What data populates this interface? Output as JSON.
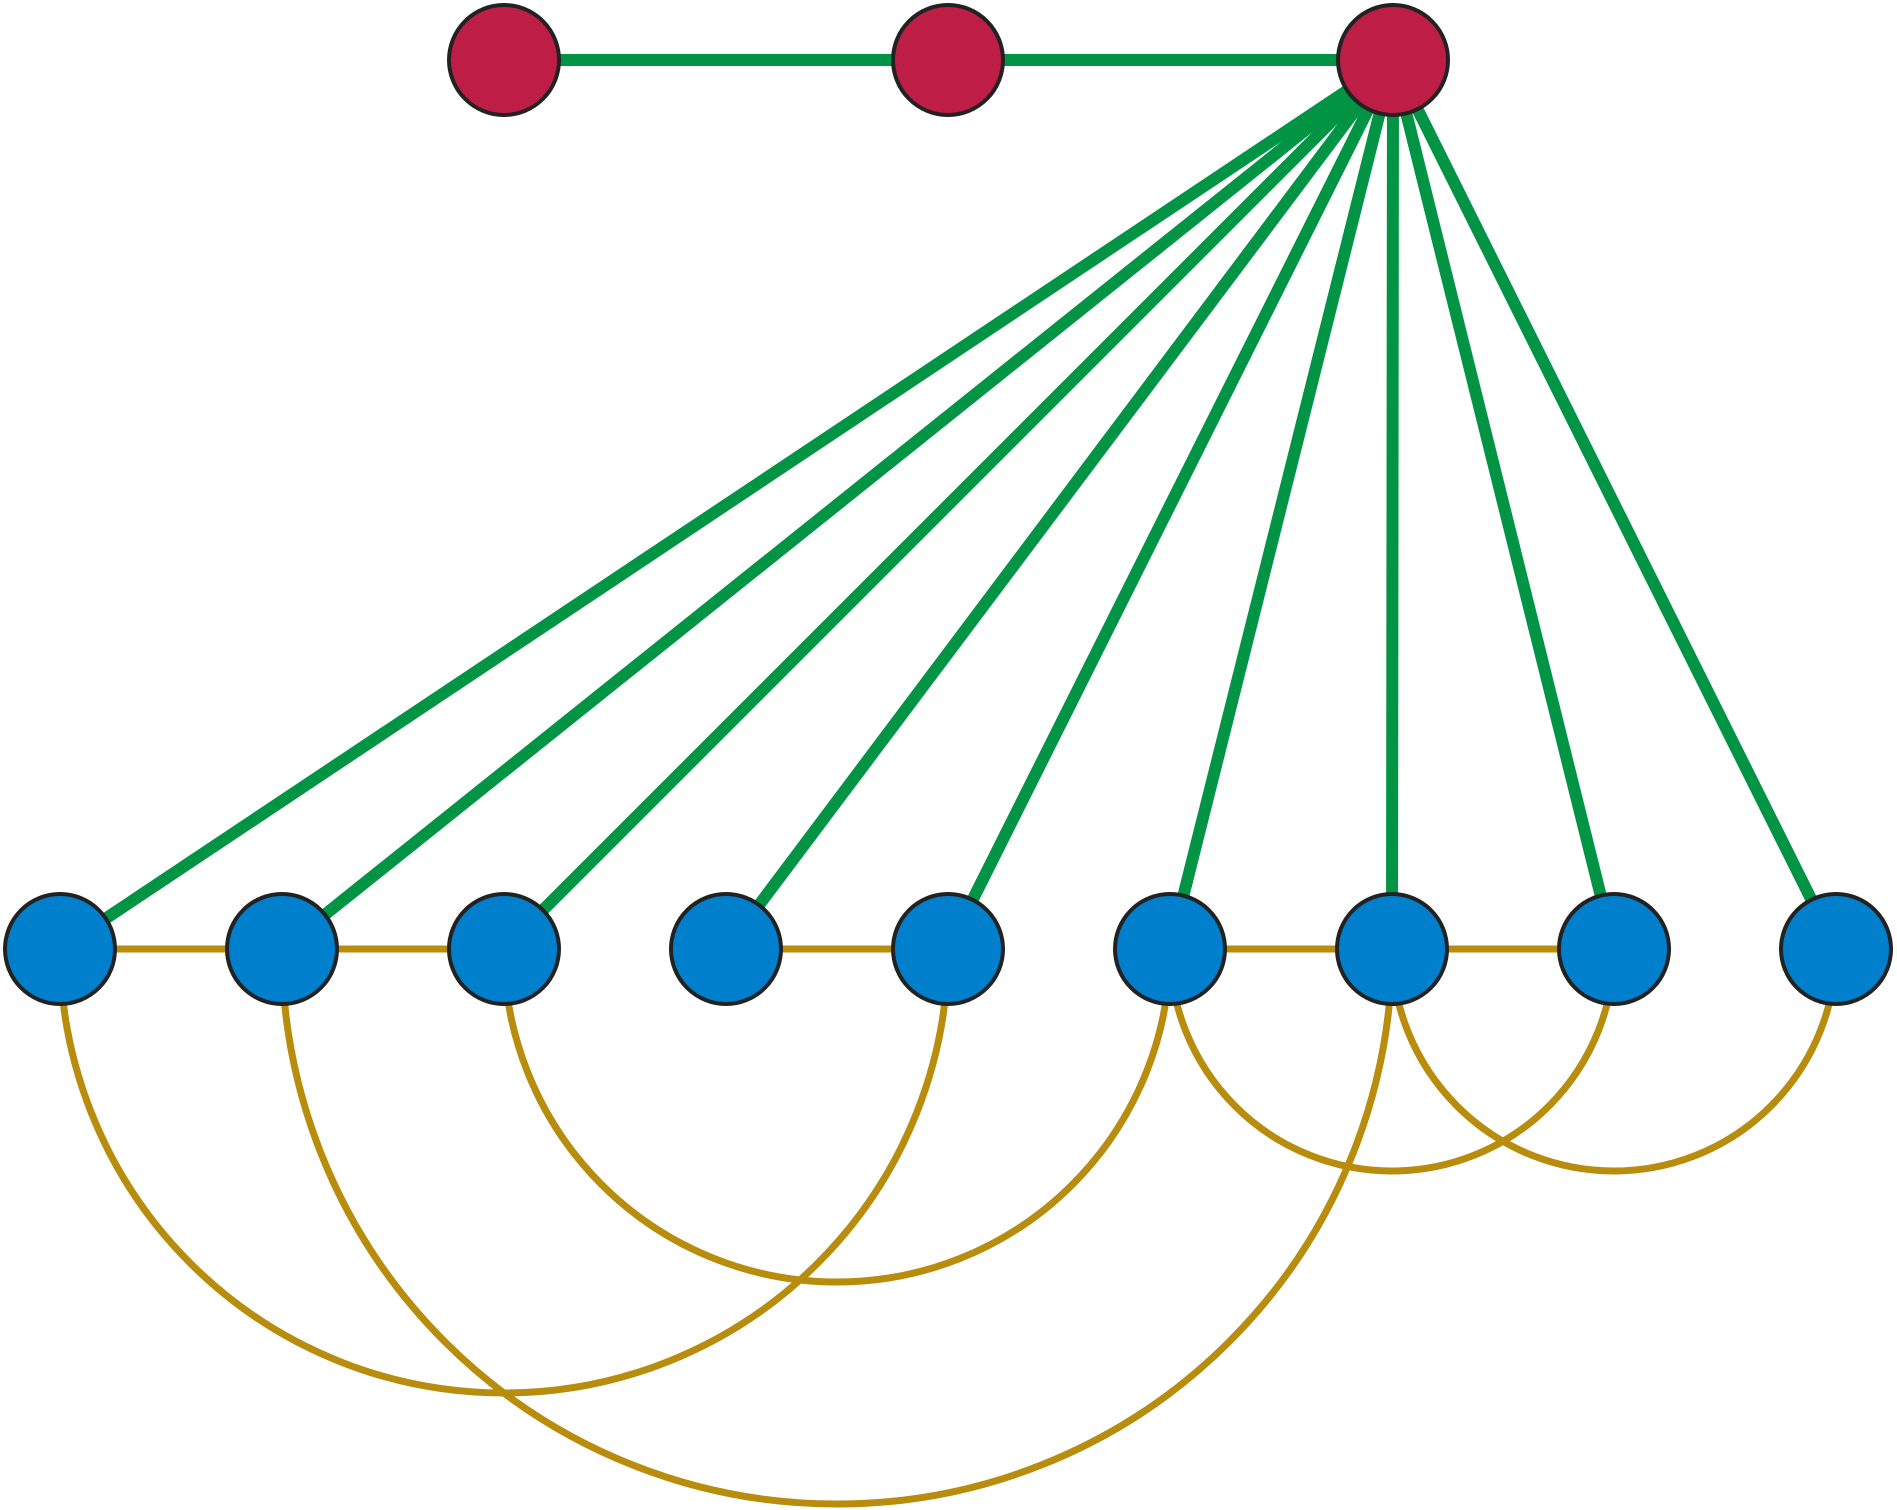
{
  "colors": {
    "background": "#ffffff",
    "red_node": "#be1e46",
    "blue_node": "#0080cc",
    "node_outline": "#222222",
    "green_edge": "#009444",
    "gold_edge": "#b88c0c"
  },
  "nodes": {
    "top": [
      "top-1",
      "top-2",
      "top-3"
    ],
    "bottom": [
      "b1",
      "b2",
      "b3",
      "b4",
      "b5",
      "b6",
      "b7",
      "b8",
      "b9"
    ]
  },
  "edges": {
    "green": [
      [
        "top-1",
        "top-2"
      ],
      [
        "top-2",
        "top-3"
      ],
      [
        "top-3",
        "b1"
      ],
      [
        "top-3",
        "b2"
      ],
      [
        "top-3",
        "b3"
      ],
      [
        "top-3",
        "b4"
      ],
      [
        "top-3",
        "b5"
      ],
      [
        "top-3",
        "b6"
      ],
      [
        "top-3",
        "b7"
      ],
      [
        "top-3",
        "b8"
      ],
      [
        "top-3",
        "b9"
      ]
    ],
    "gold_straight": [
      [
        "b1",
        "b2"
      ],
      [
        "b2",
        "b3"
      ],
      [
        "b4",
        "b5"
      ],
      [
        "b6",
        "b7"
      ],
      [
        "b7",
        "b8"
      ]
    ],
    "gold_arc": [
      [
        "b1",
        "b5"
      ],
      [
        "b2",
        "b7"
      ],
      [
        "b3",
        "b6"
      ],
      [
        "b6",
        "b8"
      ],
      [
        "b7",
        "b9"
      ]
    ]
  }
}
